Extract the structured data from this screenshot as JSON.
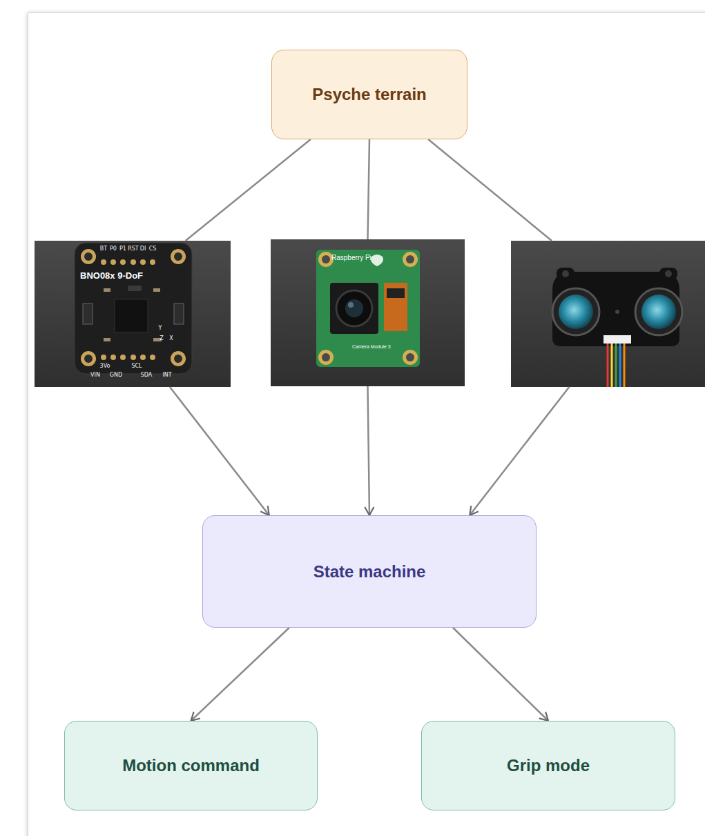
{
  "diagram": {
    "nodes": [
      {
        "text": [
          "Psyche terrain"
        ]
      },
      {
        "text": [
          "BNO08x 9-DoF"
        ]
      },
      {
        "text": [
          "Raspberry Pi",
          "Camera Module 3"
        ]
      },
      {
        "text": []
      },
      {
        "text": [
          "State machine"
        ]
      },
      {
        "text": [
          "Motion command"
        ]
      },
      {
        "text": [
          "Grip mode"
        ]
      }
    ],
    "edges": [
      {
        "from": 0,
        "to": 1,
        "arrow": "none"
      },
      {
        "from": 0,
        "to": 2,
        "arrow": "none"
      },
      {
        "from": 0,
        "to": 3,
        "arrow": "none"
      },
      {
        "from": 1,
        "to": 4,
        "arrow": "to"
      },
      {
        "from": 2,
        "to": 4,
        "arrow": "to"
      },
      {
        "from": 3,
        "to": 4,
        "arrow": "to"
      },
      {
        "from": 4,
        "to": 5,
        "arrow": "to"
      },
      {
        "from": 4,
        "to": 6,
        "arrow": "to"
      }
    ],
    "labels": [
      "BT",
      "P0",
      "P1",
      "RST",
      "DI",
      "CS",
      "3Vo",
      "SCL",
      "VIN",
      "GND",
      "SDA",
      "INT",
      "Y",
      "Z",
      "X"
    ]
  }
}
